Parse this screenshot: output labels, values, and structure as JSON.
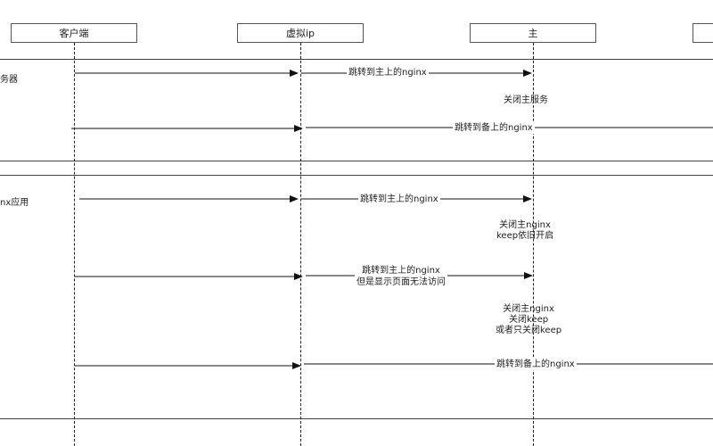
{
  "participants": [
    "客户端",
    "虚拟ip",
    "主"
  ],
  "sections": [
    {
      "label": "务器"
    },
    {
      "label": "nx应用"
    }
  ],
  "messages": [
    {
      "label": "跳转到主上的nginx"
    },
    {
      "label": "跳转到备上的nginx"
    },
    {
      "label": "跳转到主上的nginx"
    },
    {
      "label_line1": "跳转到主上的nginx",
      "label_line2": "但是显示页面无法访问"
    },
    {
      "label": "跳转到备上的nginx"
    }
  ],
  "notes": [
    {
      "line1": "关闭主服务"
    },
    {
      "line1": "关闭主nginx",
      "line2": "keep依旧开启"
    },
    {
      "line1": "关闭主nginx",
      "line2": "关闭keep",
      "line3": "或者只关闭keep"
    }
  ]
}
